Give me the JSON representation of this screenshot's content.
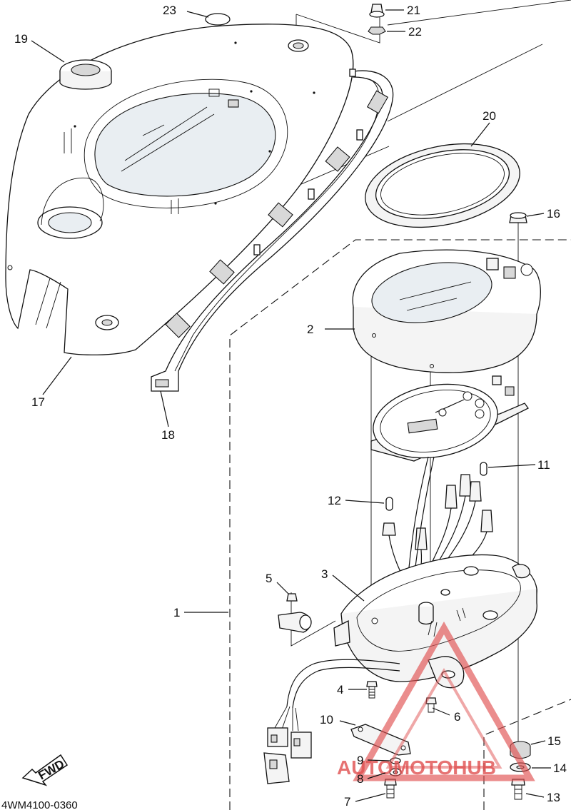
{
  "diagram": {
    "drawing_code": "4WM4100-0360",
    "fwd_label": "FWD",
    "watermark_text": "AUTOMOTOHUB",
    "watermark_color": "#e05050",
    "callouts": [
      {
        "label": "1"
      },
      {
        "label": "2"
      },
      {
        "label": "3"
      },
      {
        "label": "4"
      },
      {
        "label": "5"
      },
      {
        "label": "6"
      },
      {
        "label": "7"
      },
      {
        "label": "8"
      },
      {
        "label": "9"
      },
      {
        "label": "10"
      },
      {
        "label": "11"
      },
      {
        "label": "12"
      },
      {
        "label": "13"
      },
      {
        "label": "14"
      },
      {
        "label": "15"
      },
      {
        "label": "16"
      },
      {
        "label": "17"
      },
      {
        "label": "18"
      },
      {
        "label": "19"
      },
      {
        "label": "20"
      },
      {
        "label": "21"
      },
      {
        "label": "22"
      },
      {
        "label": "23"
      }
    ]
  }
}
